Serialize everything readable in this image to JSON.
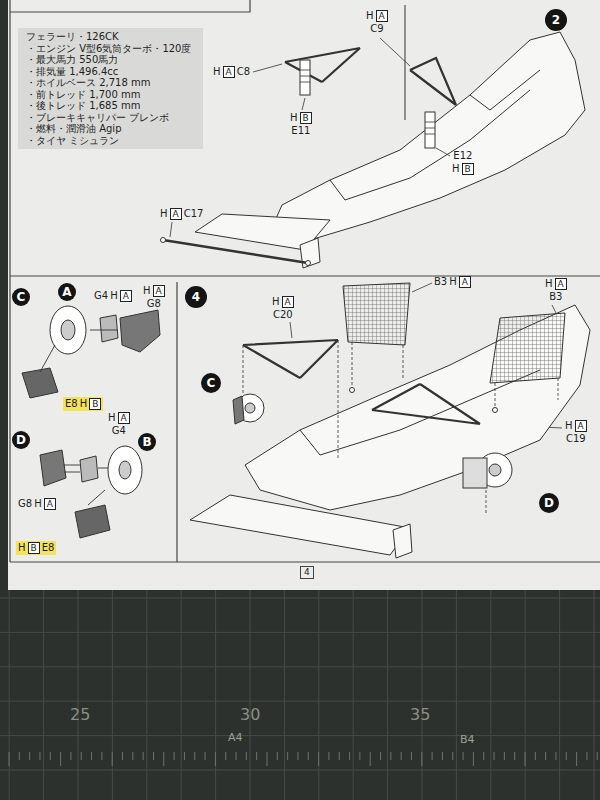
{
  "diagram": {
    "nodes": [
      {
        "text": [
          "フェラーリ・126CK",
          "・エンジン V型6気筒ターボ・120度",
          "・最大馬力 550馬力",
          "・排気量 1,496.4cc",
          "・ホイルベース 2,718 mm",
          "・前トレッド 1,700 mm",
          "・後トレッド 1,685 mm",
          "・ブレーキキャリパー ブレンボ",
          "・燃料・潤滑油 Agip",
          "・タイヤ ミシュラン"
        ]
      },
      {
        "text": [
          "2"
        ]
      },
      {
        "text": [
          "C"
        ]
      },
      {
        "text": [
          "A"
        ]
      },
      {
        "text": [
          "D"
        ]
      },
      {
        "text": [
          "B"
        ]
      },
      {
        "text": [
          "4"
        ]
      },
      {
        "text": [
          "C"
        ]
      },
      {
        "text": [
          "D"
        ]
      },
      {
        "text": [
          "A"
        ]
      },
      {
        "text": [
          "A"
        ]
      },
      {
        "text": [
          "B"
        ]
      },
      {
        "text": [
          "B"
        ]
      },
      {
        "text": [
          "A"
        ]
      },
      {
        "text": [
          "A"
        ]
      },
      {
        "text": [
          "A"
        ]
      },
      {
        "text": [
          "B"
        ]
      },
      {
        "text": [
          "A"
        ]
      },
      {
        "text": [
          "A"
        ]
      },
      {
        "text": [
          "B"
        ]
      },
      {
        "text": [
          "A"
        ]
      },
      {
        "text": [
          "A"
        ]
      },
      {
        "text": [
          "A"
        ]
      },
      {
        "text": [
          "A"
        ]
      },
      {
        "text": [
          "4"
        ]
      }
    ],
    "labels": [
      "H",
      "C8",
      "H",
      "C9",
      "H",
      "E11",
      "E12",
      "H",
      "H",
      "C17",
      "G4",
      "H",
      "H",
      "G8",
      "E8",
      "H",
      "H",
      "G4",
      "G8",
      "H",
      "H",
      "E8",
      "H",
      "C20",
      "B3",
      "H",
      "H",
      "B3",
      "H",
      "C19",
      "25",
      "30",
      "35",
      "A4",
      "B4"
    ]
  }
}
